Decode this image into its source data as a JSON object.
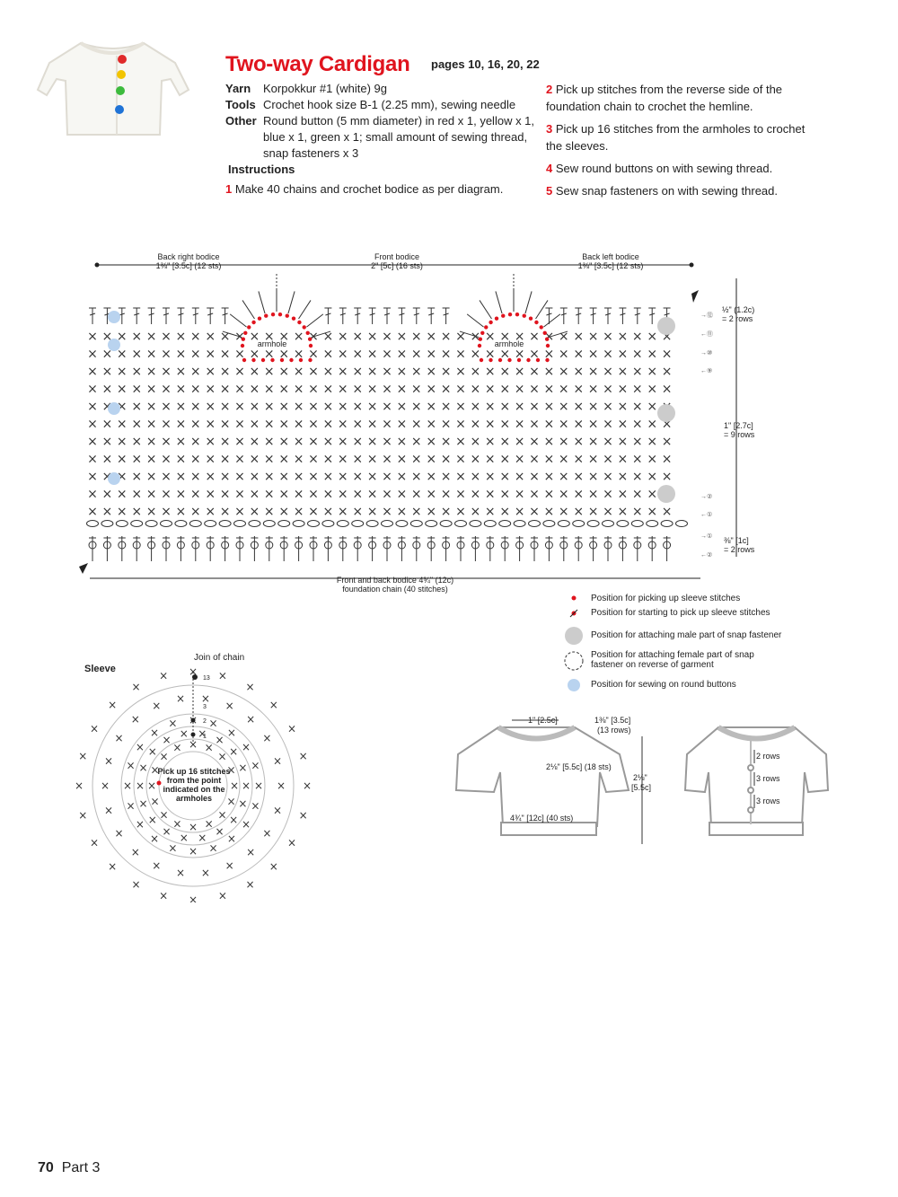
{
  "header": {
    "title": "Two-way Cardigan",
    "pages": "pages 10, 16, 20, 22"
  },
  "materials": {
    "yarn_label": "Yarn",
    "yarn_value": "Korpokkur #1 (white) 9g",
    "tools_label": "Tools",
    "tools_value": "Crochet hook size B-1 (2.25 mm), sewing needle",
    "other_label": "Other",
    "other_value_1": "Round button (5 mm diameter) in red x 1, yellow x 1,",
    "other_value_2": "blue x 1, green x 1; small amount of sewing thread,",
    "other_value_3": "snap fasteners x 3",
    "instructions_label": "Instructions"
  },
  "steps": [
    {
      "n": "1",
      "text": "Make 40 chains and crochet bodice as per diagram."
    },
    {
      "n": "2",
      "text": "Pick up stitches from the reverse side of the",
      "text2": "foundation chain to crochet the hemline."
    },
    {
      "n": "3",
      "text": "Pick up 16 stitches from the armholes to crochet",
      "text2": "the sleeves."
    },
    {
      "n": "4",
      "text": "Sew round buttons on with sewing thread."
    },
    {
      "n": "5",
      "text": "Sew snap fasteners on with sewing thread."
    }
  ],
  "diagram": {
    "back_right_1": "Back right bodice",
    "back_right_2": "1⅜\" [3.5c] (12 sts)",
    "front_1": "Front bodice",
    "front_2": "2\" [5c] (16 sts)",
    "back_left_1": "Back left bodice",
    "back_left_2": "1⅜\" [3.5c] (12 sts)",
    "armhole": "armhole",
    "dim_top_1": "½\" (1.2c)",
    "dim_top_2": "= 2 rows",
    "dim_mid_1": "1\" [2.7c]",
    "dim_mid_2": "= 9 rows",
    "dim_bot_1": "⅜\" [1c]",
    "dim_bot_2": "= 2 rows",
    "bottom_1": "Front and back bodice 4¾\" (12c)",
    "bottom_2": "foundation chain (40 stitches)",
    "row_labels": [
      "→⑫",
      "←⑪",
      "→⑩",
      "←⑨",
      "→②",
      "←①",
      "→①",
      "←②"
    ]
  },
  "legend": [
    "Position for picking up sleeve stitches",
    "Position for starting to pick up sleeve stitches",
    "Position for attaching male part of snap fastener",
    "Position for attaching female part of snap",
    "fastener on reverse of garment",
    "Position for sewing on round buttons"
  ],
  "sleeve": {
    "title": "Sleeve",
    "join": "Join of chain",
    "rounds": [
      "13",
      "3",
      "2",
      "1"
    ],
    "center_1": "Pick up 16 stitches",
    "center_2": "from the point",
    "center_3": "indicated on the",
    "center_4": "armholes"
  },
  "schematic": {
    "neck": "1\" [2.5c]",
    "sleeve_len_1": "1⅜\" [3.5c]",
    "sleeve_len_2": "(13 rows)",
    "body_w": "2⅛\" [5.5c] (18 sts)",
    "height_1": "2⅛\"",
    "height_2": "[5.5c]",
    "hem": "4¾\" [12c] (40 sts)",
    "rows_1": "2 rows",
    "rows_2": "3 rows",
    "rows_3": "3 rows"
  },
  "footer": {
    "page_num": "70",
    "section": "Part 3"
  },
  "colors": {
    "accent": "#e0141e",
    "button_blue": "#b9d3ef",
    "snap_gray": "#cccccc"
  }
}
